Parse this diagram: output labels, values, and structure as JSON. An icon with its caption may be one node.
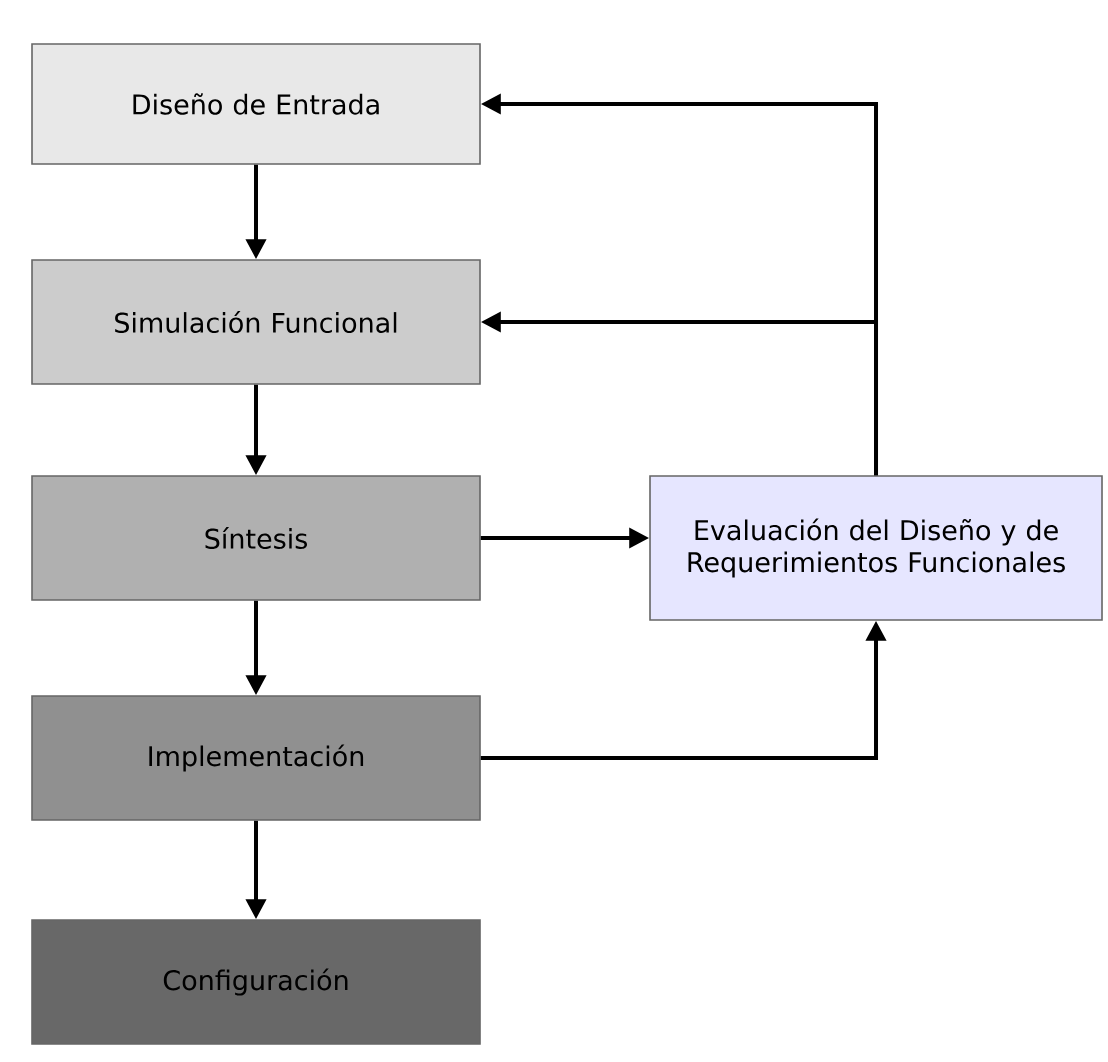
{
  "diagram": {
    "nodes": [
      {
        "text": [
          "Diseño de Entrada"
        ]
      },
      {
        "text": [
          "Simulación Funcional"
        ]
      },
      {
        "text": [
          "Síntesis"
        ]
      },
      {
        "text": [
          "Implementación"
        ]
      },
      {
        "text": [
          "Configuración"
        ]
      },
      {
        "text": [
          "Evaluación del Diseño y de Requerimientos Funcionales"
        ]
      }
    ],
    "edges": [
      {
        "from": 0,
        "to": 1,
        "arrow": "to"
      },
      {
        "from": 1,
        "to": 2,
        "arrow": "to"
      },
      {
        "from": 2,
        "to": 3,
        "arrow": "to"
      },
      {
        "from": 3,
        "to": 4,
        "arrow": "to"
      },
      {
        "from": 2,
        "to": 5,
        "arrow": "to"
      },
      {
        "from": 3,
        "to": 5,
        "arrow": "to"
      },
      {
        "from": 5,
        "to": 0,
        "arrow": "to"
      },
      {
        "from": 5,
        "to": 1,
        "arrow": "to"
      }
    ]
  }
}
